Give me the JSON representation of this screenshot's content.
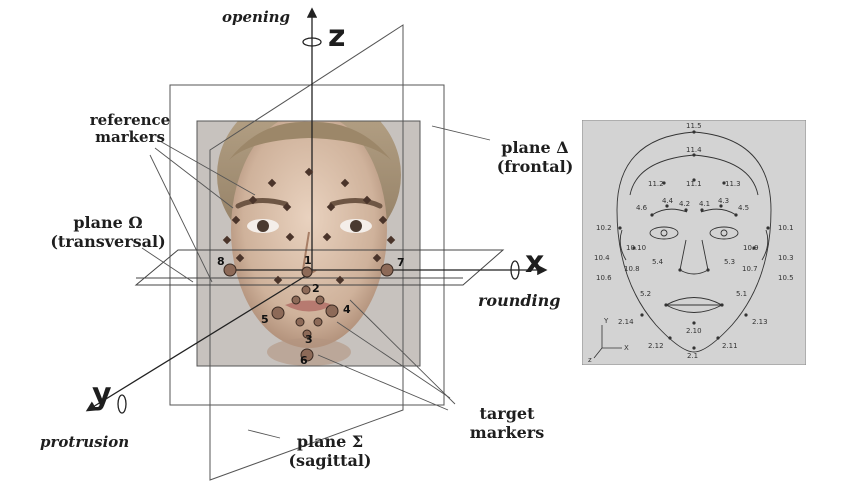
{
  "axes": {
    "z_letter": "z",
    "x_letter": "x",
    "y_letter": "y",
    "opening": "opening",
    "rounding": "rounding",
    "protrusion": "protrusion"
  },
  "labels": {
    "reference_markers": [
      "reference",
      "markers"
    ],
    "plane_delta": [
      "plane Δ",
      "(frontal)"
    ],
    "plane_omega": [
      "plane Ω",
      "(transversal)"
    ],
    "plane_sigma": [
      "plane Σ",
      "(sagittal)"
    ],
    "target_markers": [
      "target",
      "markers"
    ]
  },
  "face_marker_numbers": [
    "1",
    "2",
    "3",
    "4",
    "5",
    "6",
    "7",
    "8"
  ],
  "mpeg4_feature_points": [
    "11.5",
    "11.4",
    "11.2",
    "11.1",
    "11.3",
    "4.6",
    "4.4",
    "4.2",
    "4.1",
    "4.3",
    "4.5",
    "10.2",
    "10.1",
    "10.10",
    "10.9",
    "10.4",
    "10.3",
    "10.8",
    "10.7",
    "10.6",
    "10.5",
    "5.4",
    "5.3",
    "5.2",
    "5.1",
    "2.14",
    "2.13",
    "2.10",
    "2.12",
    "2.11",
    "2.1"
  ],
  "mpeg4_axes": [
    "Y",
    "X",
    "z"
  ]
}
